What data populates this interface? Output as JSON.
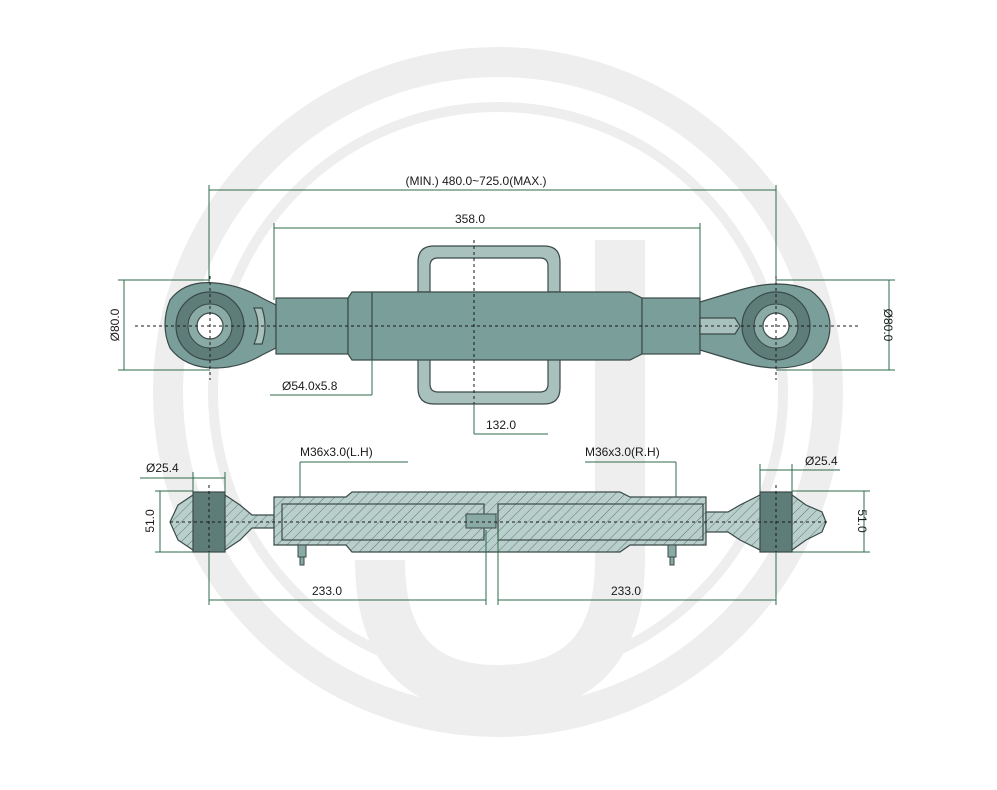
{
  "dimensions": {
    "overall_length": "(MIN.) 480.0~725.0(MAX.)",
    "tube_length": "358.0",
    "left_eye_diameter": "Ø80.0",
    "right_eye_diameter": "Ø80.0",
    "tube_spec": "Ø54.0x5.8",
    "handle_width": "132.0",
    "left_thread": "M36x3.0(L.H)",
    "right_thread": "M36x3.0(R.H)",
    "left_pin_diameter": "Ø25.4",
    "right_pin_diameter": "Ø25.4",
    "left_ball_width": "51.0",
    "right_ball_width": "51.0",
    "left_half_length": "233.0",
    "right_half_length": "233.0"
  },
  "colors": {
    "body": "#7a9e9a",
    "dimension_line": "#2e6b4a",
    "watermark": "#eeeeee"
  }
}
